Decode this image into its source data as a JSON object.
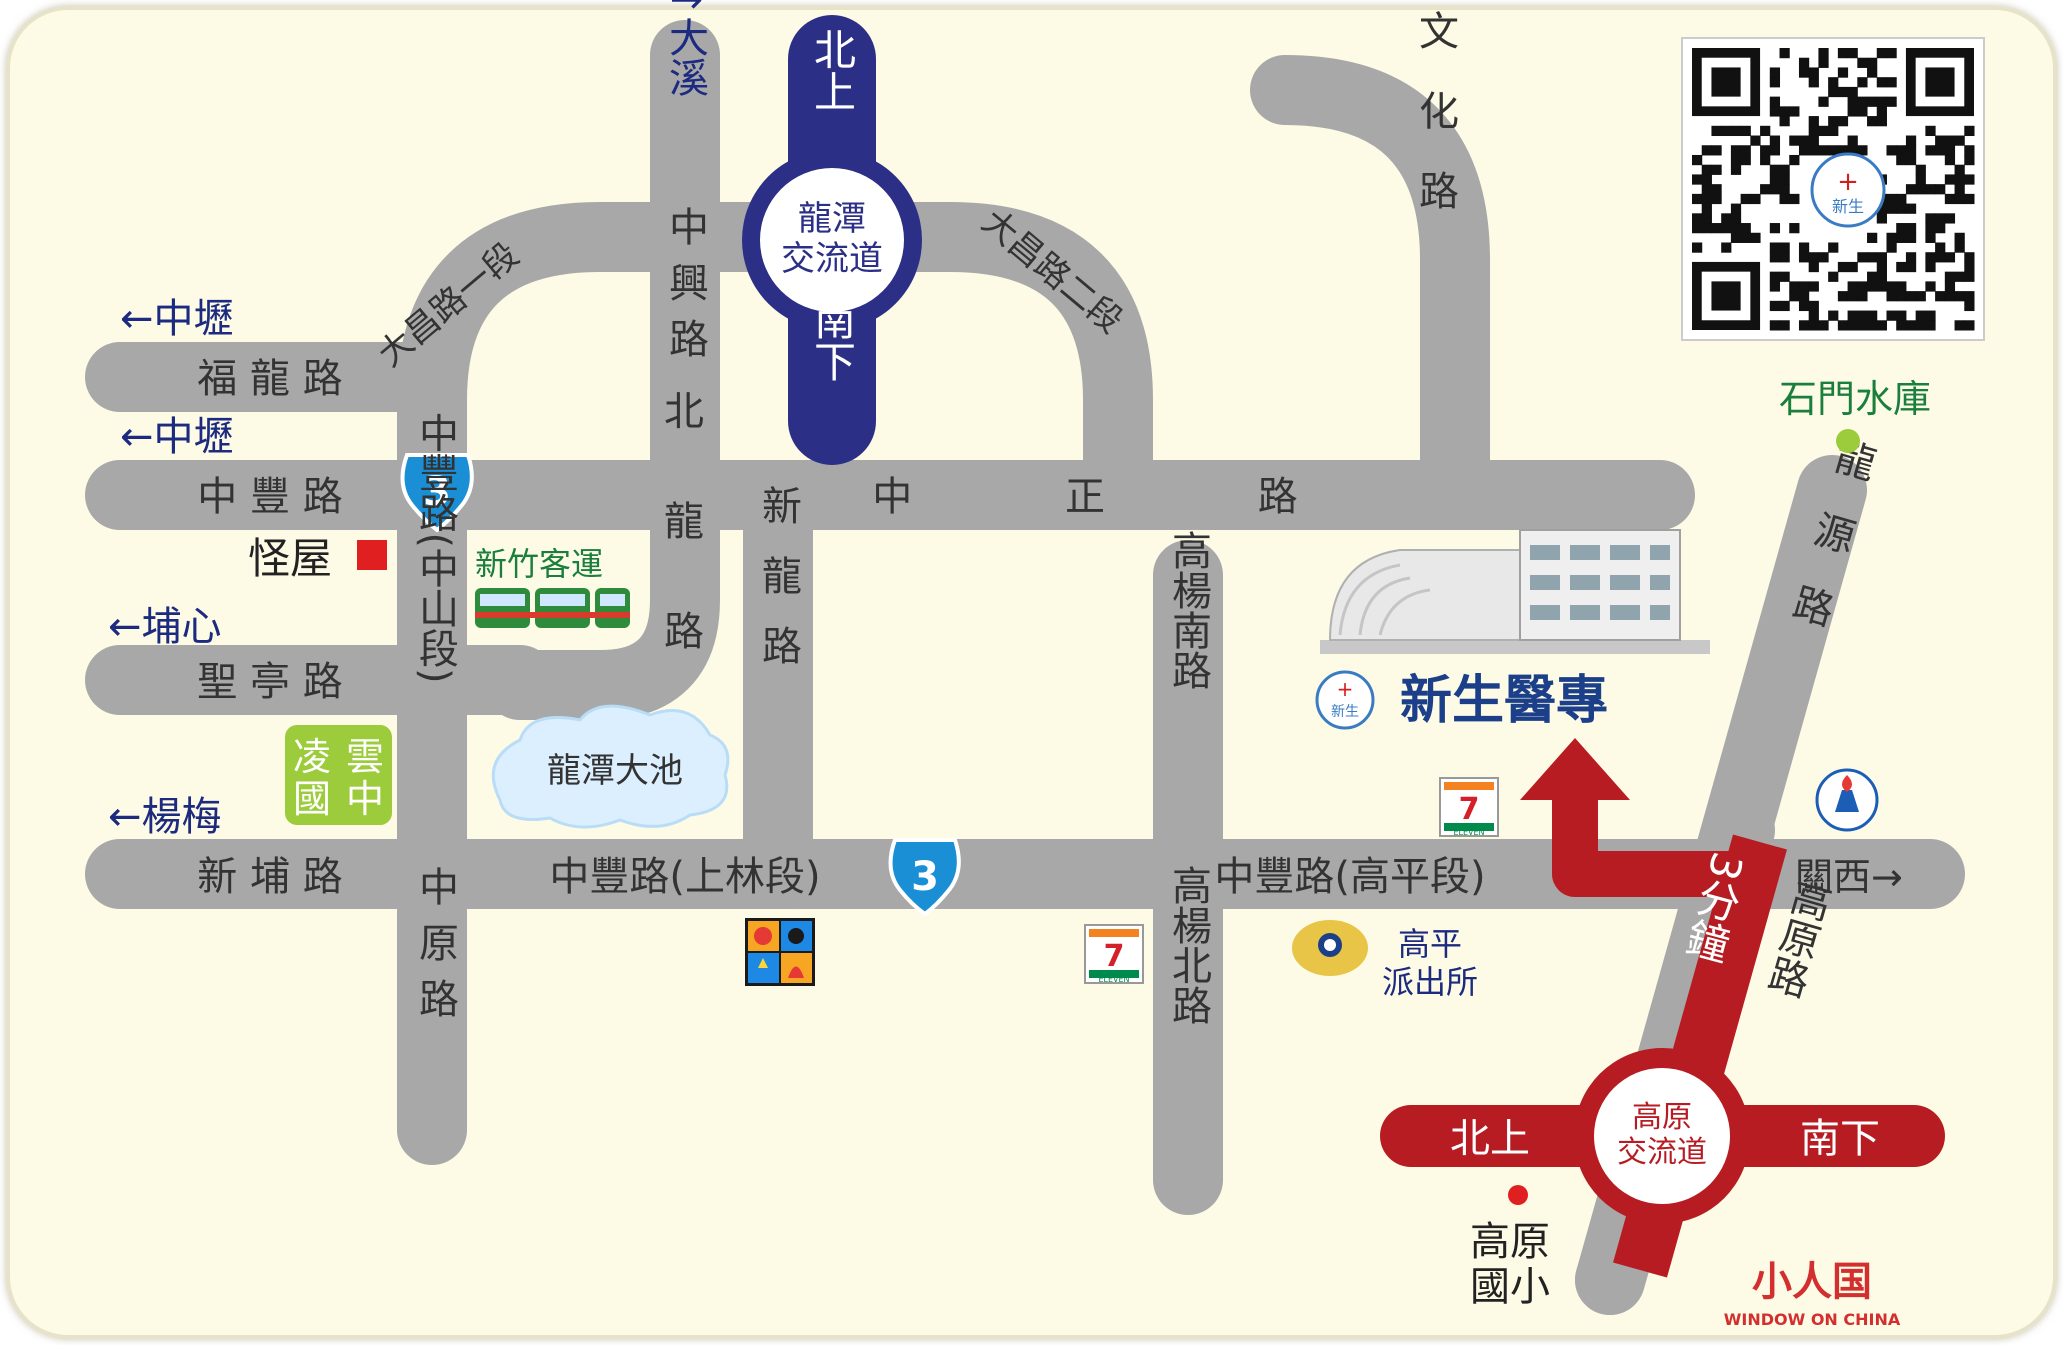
{
  "colors": {
    "background": "#fdfbe6",
    "road": "#a8a8a8",
    "road_text": "#333333",
    "interchange_blue": "#2b2f86",
    "interchange_red": "#b71c22",
    "destination_blue": "#1c2a80",
    "route_shield": "#1a8fd6",
    "green": "#2e7d32",
    "lake": "#dcefff"
  },
  "roads": {
    "fulong": "福 龍 路",
    "zhongfeng": "中 豐 路",
    "shengting": "聖 亭 路",
    "xinpu": "新 埔 路",
    "zhongzheng": "中 正 路",
    "zhongfeng_zhongshan": "中豐路(中山段)",
    "zhongyuan": "中原路",
    "zhongxing": "中興路",
    "xinlong": "新龍路",
    "gaoyang_south": "高楊南路",
    "gaoyang_north": "高楊北路",
    "wenhua": "文化路",
    "longyuan": "龍源路",
    "gaoyuan": "高原路",
    "beilong": "北龍路",
    "dachang_1": "大昌路一段",
    "dachang_2": "大昌路二段",
    "shanglin": "中豐路(上林段)",
    "gaoping": "中豐路(高平段)"
  },
  "directions": {
    "daxi": "↑大溪",
    "zhongli_1": "←中壢",
    "zhongli_2": "←中壢",
    "puxin": "←埔心",
    "yangmei": "←楊梅",
    "guanxi": "關西→"
  },
  "interchange_longtan": {
    "name": "龍潭交流道",
    "north": "北上",
    "south": "南下"
  },
  "interchange_gaoyuan": {
    "name": "高原交流道",
    "north": "北上",
    "south": "南下"
  },
  "route_shield": "3",
  "route_time": "3分鐘",
  "landmarks": {
    "guaiwu": "怪屋",
    "hsinchu_bus": "新竹客運",
    "lingyun": "凌雲國中",
    "lake": "龍潭大池",
    "shimen": "石門水庫",
    "gaoping_police": "高平派出所",
    "gaoyuan_school": "高原國小",
    "hospital": "新生醫專",
    "seven_eleven_label": "ELEVEN",
    "seven_eleven_number": "7",
    "watermark_cn": "小人国",
    "watermark_en": "WINDOW ON CHINA"
  },
  "icons": [
    "qr-code-icon",
    "school-emblem-icon",
    "seven-eleven-icon",
    "police-emblem-icon",
    "torch-emblem-icon",
    "bus-icon",
    "building-icon",
    "store-logo-icon"
  ]
}
